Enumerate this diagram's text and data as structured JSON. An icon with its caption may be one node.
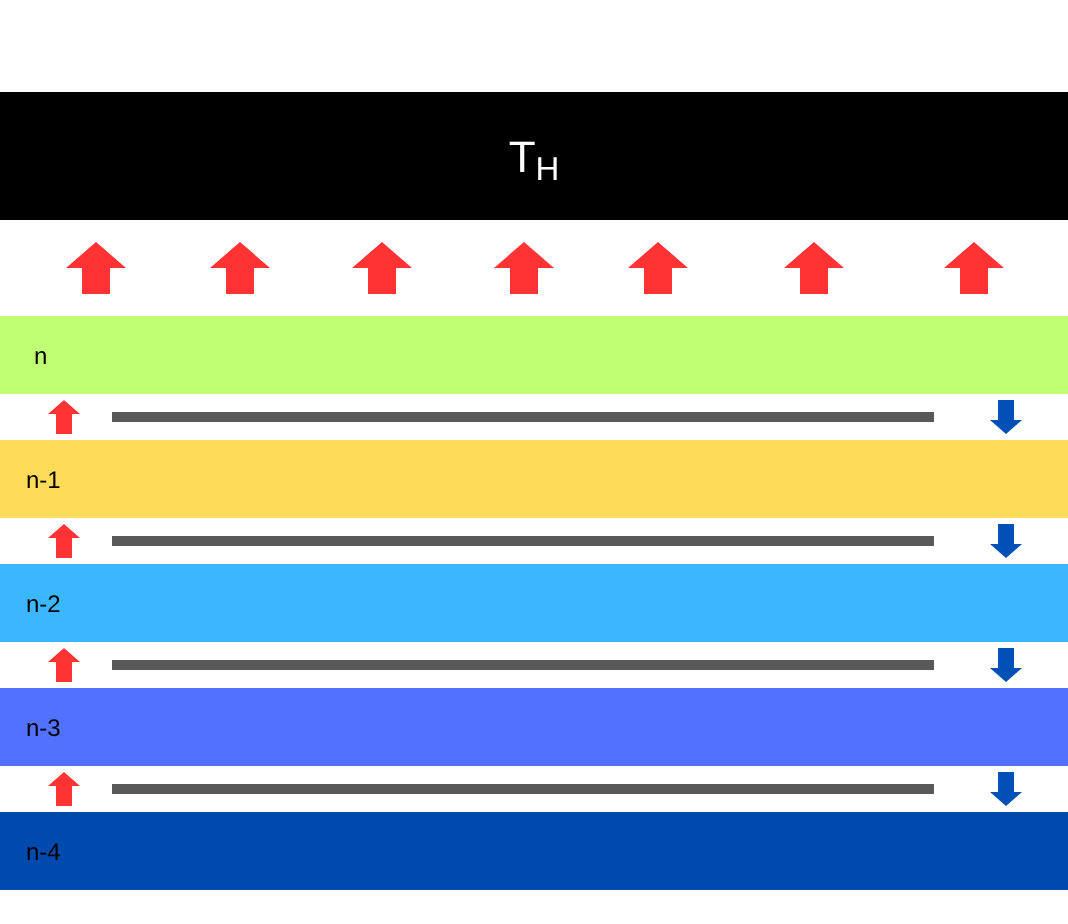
{
  "diagram": {
    "nodes": [
      {
        "text": [
          "T$_{H}$"
        ]
      },
      {
        "text": [
          "n"
        ]
      },
      {
        "text": [
          "n-1"
        ]
      },
      {
        "text": [
          "n-2"
        ]
      },
      {
        "text": [
          "n-3"
        ]
      },
      {
        "text": [
          "n-4"
        ]
      }
    ],
    "edges": [
      {
        "from": 1,
        "to": 0,
        "arrow": "to"
      },
      {
        "from": 1,
        "to": 0,
        "arrow": "to"
      },
      {
        "from": 1,
        "to": 0,
        "arrow": "to"
      },
      {
        "from": 1,
        "to": 0,
        "arrow": "to"
      },
      {
        "from": 1,
        "to": 0,
        "arrow": "to"
      },
      {
        "from": 1,
        "to": 0,
        "arrow": "to"
      },
      {
        "from": 1,
        "to": 0,
        "arrow": "to"
      },
      {
        "from": 2,
        "to": 1,
        "arrow": "to"
      },
      {
        "from": 1,
        "to": 2,
        "arrow": "to",
        "color": "#0050b8"
      },
      {
        "from": 3,
        "to": 2,
        "arrow": "to"
      },
      {
        "from": 2,
        "to": 3,
        "arrow": "to",
        "color": "#0050b8"
      },
      {
        "from": 4,
        "to": 3,
        "arrow": "to"
      },
      {
        "from": 3,
        "to": 4,
        "arrow": "to",
        "color": "#0050b8"
      },
      {
        "from": 5,
        "to": 4,
        "arrow": "to"
      },
      {
        "from": 4,
        "to": 5,
        "arrow": "to",
        "color": "#0050b8"
      }
    ]
  }
}
